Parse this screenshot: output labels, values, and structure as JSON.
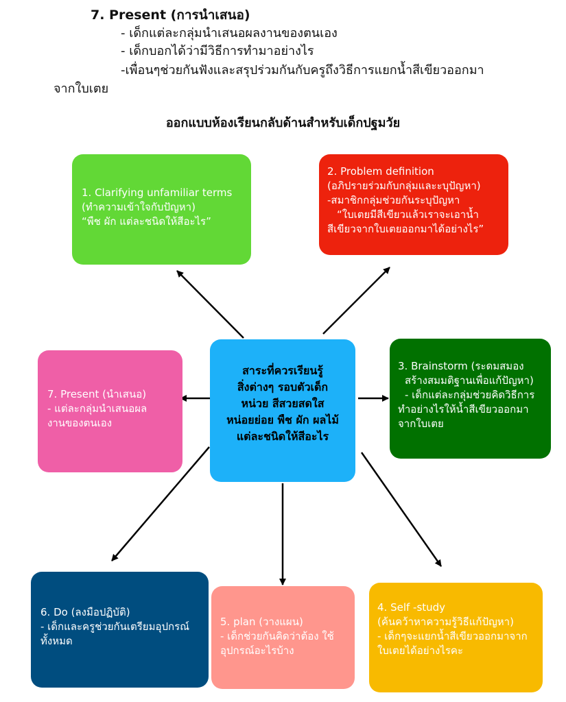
{
  "header": {
    "heading": "7. Present (การนำเสนอ)",
    "bullets": [
      "- เด็กแต่ละกลุ่มนำเสนอผลงานของตนเอง",
      "- เด็กบอกได้ว่ามีวิธีการทำมาอย่างไร",
      "-เพื่อนๆช่วยกันฟังและสรุปร่วมกันกับครูถึงวิธีการแยกน้ำสีเขียวออกมา",
      "จากใบเตย"
    ]
  },
  "diagram": {
    "title": "ออกแบบห้องเรียนกลับด้านสำหรับเด็กปฐมวัย",
    "center": {
      "lines": [
        "สาระที่ควรเรียนรู้",
        "สิ่งต่างๆ รอบตัวเด็ก",
        "หน่วย สีสวยสดใส",
        "หน่อยย่อย พืช ผัก ผลไม้",
        "แต่ละชนิดให้สีอะไร"
      ],
      "color": "#1db1f9"
    },
    "boxes": [
      {
        "id": "clarifying",
        "color": "#62d836",
        "lines": [
          "1. Clarifying unfamiliar terms",
          "(ทำความเข้าใจกับปัญหา)",
          "“พืช ผัก แต่ละชนิดให้สีอะไร”"
        ]
      },
      {
        "id": "problem-definition",
        "color": "#ed220d",
        "lines": [
          "2. Problem definition",
          "(อภิปรายร่วมกับกลุ่มและะบุปัญหา)",
          "-สมาชิกกลุ่มช่วยกันระบุปัญหา",
          "“ใบเตยมีสีเขียวแล้วเราจะเอาน้ำ",
          "สีเขียวจากใบเตยออกมาได้อย่างไร”"
        ]
      },
      {
        "id": "brainstorm",
        "color": "#017100",
        "lines": [
          "3. Brainstorm (ระดมสมอง",
          "สร้างสมมติฐานเพื่อแก้ปัญหา)",
          "- เด็กแต่ละกลุ่มช่วยคิดวิธีการ",
          "ทำอย่างไรให้น้ำสีเขียวออกมา",
          "จากใบเตย"
        ]
      },
      {
        "id": "self-study",
        "color": "#f8ba00",
        "lines": [
          "4. Self -study",
          "(ค้นคว้าหาความรู้วิธีแก้ปัญหา)",
          "- เด็กๆจะแยกน้ำสีเขียวออกมาจาก",
          "ใบเตยได้อย่างไรคะ"
        ]
      },
      {
        "id": "plan",
        "color": "#ff968d",
        "lines": [
          "5. plan (วางแผน)",
          "- เด็กช่วยกันคิดว่าต้อง ใช้",
          "อุปกรณ์อะไรบ้าง"
        ]
      },
      {
        "id": "do",
        "color": "#004d7f",
        "lines": [
          "6. Do (ลงมือปฏิบัติ)",
          "- เด็กและครูช่วยกันเตรียมอุปกรณ์",
          "ทั้งหมด"
        ]
      },
      {
        "id": "present",
        "color": "#ef5fa7",
        "lines": [
          "7. Present (นำเสนอ)",
          "- แต่ละกลุ่มนำเสนอผล",
          "งานของตนเอง"
        ]
      }
    ]
  }
}
